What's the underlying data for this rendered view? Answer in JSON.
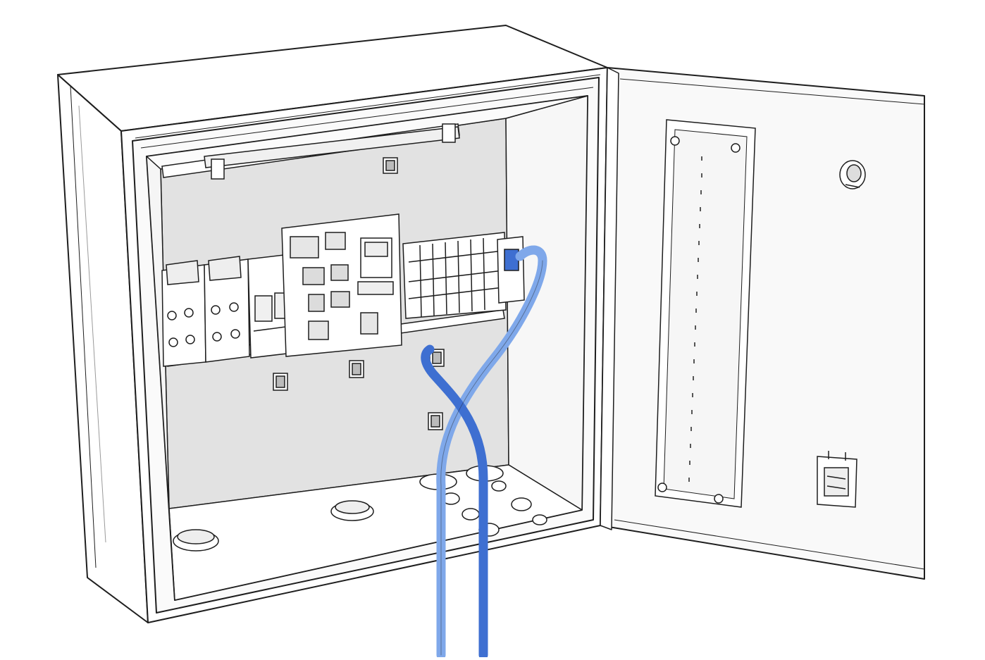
{
  "illustration": {
    "subject": "open-electrical-enclosure",
    "colors": {
      "line": "#1e1e1e",
      "housing": "#ffffff",
      "back_panel": "#e2e2e2",
      "back_panel_shade": "#d6d6d6",
      "door_inner": "#f9f9f9",
      "cable_light": "#7fa8ea",
      "cable_dark": "#3e6fd1",
      "component": "#f3f3f3"
    },
    "icons": [
      "enclosure-body",
      "open-door",
      "din-rail",
      "contactor",
      "control-board",
      "terminal-block",
      "cable-gland",
      "blue-cable",
      "door-lock",
      "door-hinge-latch",
      "wiring-diagram-sheet"
    ]
  }
}
